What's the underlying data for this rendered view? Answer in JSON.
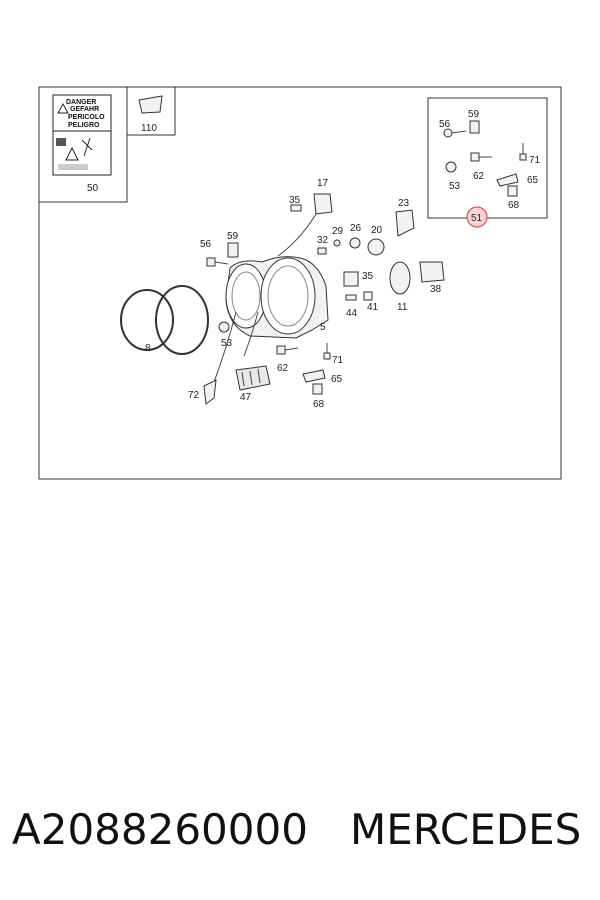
{
  "labels": {
    "p110": "110",
    "p50": "50",
    "p59a": "59",
    "p56a": "56",
    "p71a": "71",
    "p62a": "62",
    "p53a": "53",
    "p65a": "65",
    "p68a": "68",
    "p51": "51",
    "p17": "17",
    "p35a": "35",
    "p23": "23",
    "p29": "29",
    "p26": "26",
    "p20": "20",
    "p32": "32",
    "p56b": "56",
    "p59b": "59",
    "p35b": "35",
    "p44": "44",
    "p41": "41",
    "p11": "11",
    "p38": "38",
    "p8": "8",
    "p53b": "53",
    "p5": "5",
    "p62b": "62",
    "p71b": "71",
    "p65b": "65",
    "p68b": "68",
    "p72": "72",
    "p47": "47"
  },
  "warning_label": {
    "line1": "DANGER",
    "line2": "GEFAHR",
    "line3": "PERICOLO",
    "line4": "PELIGRO"
  },
  "highlight_color": "#e05050",
  "caption": {
    "part_number": "A2088260000",
    "manufacturer": "MERCEDES"
  }
}
